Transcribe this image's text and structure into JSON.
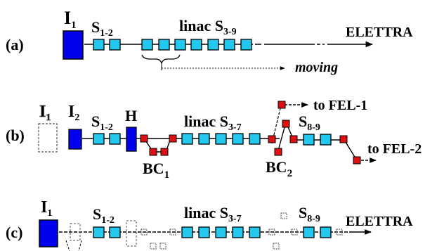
{
  "colors": {
    "injector": "#0000ee",
    "section": "#22c8ee",
    "chicane": "#dd1111",
    "line": "#000000",
    "ghost": "#333333"
  },
  "panel_a": {
    "tag": "(a)",
    "injector": {
      "main": "I",
      "sub": "1"
    },
    "s12": {
      "main": "S",
      "sub": "1-2"
    },
    "linac": {
      "main": "linac S",
      "sub": "3-9"
    },
    "dest": "ELETTRA",
    "moving": "moving"
  },
  "panel_b": {
    "tag": "(b)",
    "old_injector": {
      "main": "I",
      "sub": "1"
    },
    "injector": {
      "main": "I",
      "sub": "2"
    },
    "s12": {
      "main": "S",
      "sub": "1-2"
    },
    "heater": "H",
    "linac": {
      "main": "linac S",
      "sub": "3-7"
    },
    "s89": {
      "main": "S",
      "sub": "8-9"
    },
    "bc1": {
      "main": "BC",
      "sub": "1"
    },
    "bc2": {
      "main": "BC",
      "sub": "2"
    },
    "fel1": "to FEL-1",
    "fel2": "to FEL-2"
  },
  "panel_c": {
    "tag": "(c)",
    "injector": {
      "main": "I",
      "sub": "1"
    },
    "s12": {
      "main": "S",
      "sub": "1-2"
    },
    "linac": {
      "main": "linac S",
      "sub": "3-7"
    },
    "s89": {
      "main": "S",
      "sub": "8-9"
    },
    "dest": "ELETTRA"
  }
}
